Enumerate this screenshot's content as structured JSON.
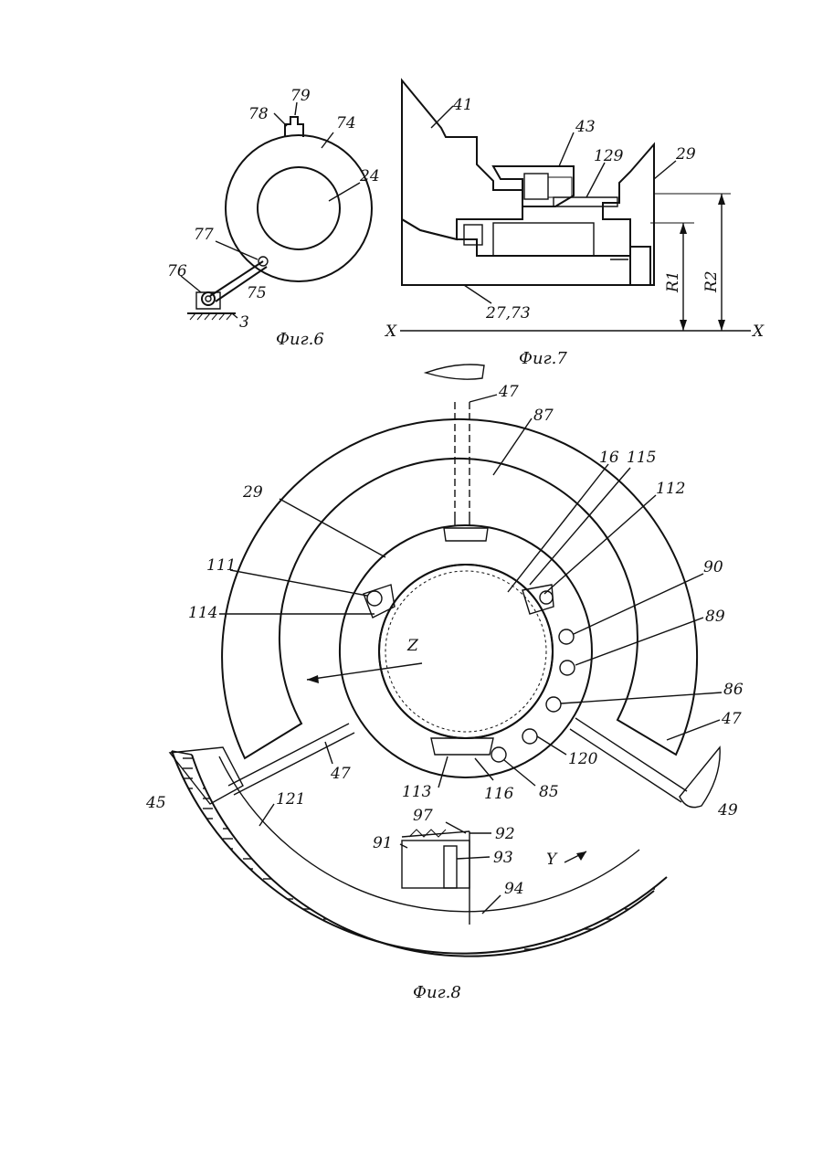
{
  "figures": {
    "fig6": {
      "caption": "Фиг.6",
      "labels": [
        "79",
        "78",
        "74",
        "24",
        "77",
        "76",
        "75",
        "3"
      ]
    },
    "fig7": {
      "caption": "Фиг.7",
      "labels": [
        "41",
        "43",
        "129",
        "29",
        "27,73",
        "R1",
        "R2",
        "X",
        "X"
      ]
    },
    "fig8": {
      "caption": "Фиг.8",
      "labels": [
        "47",
        "87",
        "16",
        "115",
        "112",
        "29",
        "111",
        "90",
        "89",
        "114",
        "Z",
        "86",
        "47",
        "47",
        "120",
        "45",
        "113",
        "116",
        "85",
        "49",
        "121",
        "97",
        "92",
        "91",
        "93",
        "Y",
        "94"
      ]
    }
  },
  "colors": {
    "ink": "#111111",
    "paper": "#ffffff"
  }
}
